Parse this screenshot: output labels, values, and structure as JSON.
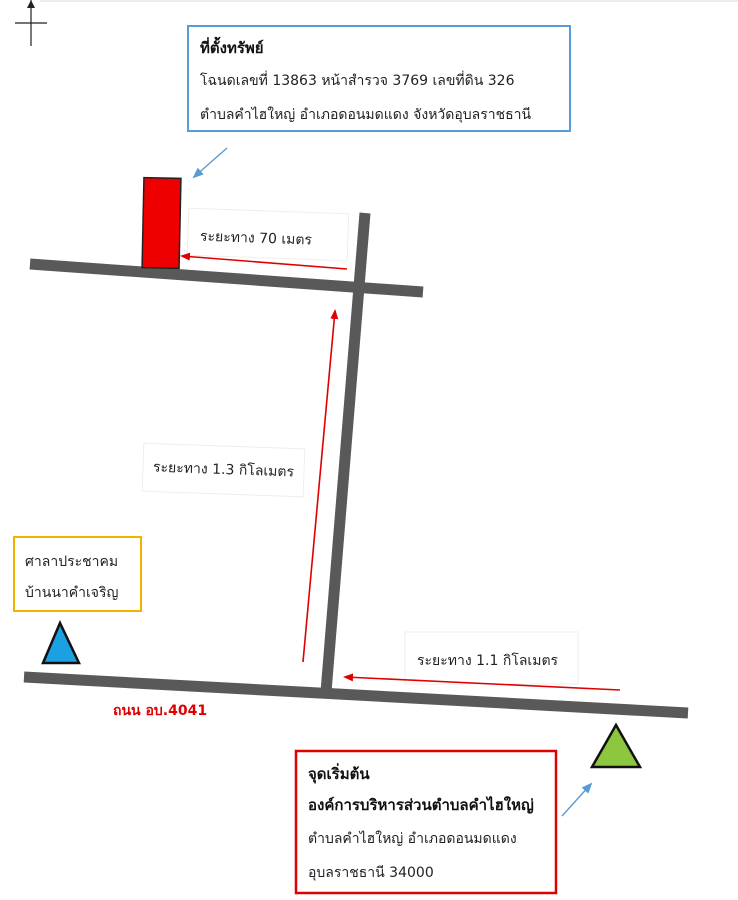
{
  "property_box": {
    "title": "ที่ตั้งทรัพย์",
    "line1": "โฉนดเลขที่ 13863 หน้าสำรวจ 3769 เลขที่ดิน 326",
    "line2": "ตำบลคำไฮใหญ่ อำเภอดอนมดแดง จังหวัดอุบลราชธานี",
    "border_color": "#5b9bd5"
  },
  "distance_labels": {
    "to_property": "ระยะทาง 70 เมตร",
    "north_road": "ระยะทาง 1.3 กิโลเมตร",
    "from_start": "ระยะทาง 1.1 กิโลเมตร"
  },
  "landmark_box": {
    "line1": "ศาลาประชาคม",
    "line2": "บ้านนาคำเจริญ",
    "border_color": "#f0b400"
  },
  "road_label": "ถนน อบ.4041",
  "start_box": {
    "title": "จุดเริ่มต้น",
    "subtitle": "องค์การบริหารส่วนตำบลคำไฮใหญ่",
    "line1": "ตำบลคำไฮใหญ่ อำเภอดอนมดแดง",
    "line2": "อุบลราชธานี 34000",
    "border_color": "#e00000"
  },
  "colors": {
    "road": "#595959",
    "route_arrow": "#e00000",
    "property_marker": "#ee0000",
    "landmark_marker": "#1ba1e2",
    "start_marker": "#8dc63f",
    "pointer_arrow": "#5b9bd5"
  },
  "icons": {
    "north": "north-arrow-icon",
    "landmark": "blue-triangle-icon",
    "start": "green-triangle-icon",
    "property": "red-rectangle-icon"
  }
}
